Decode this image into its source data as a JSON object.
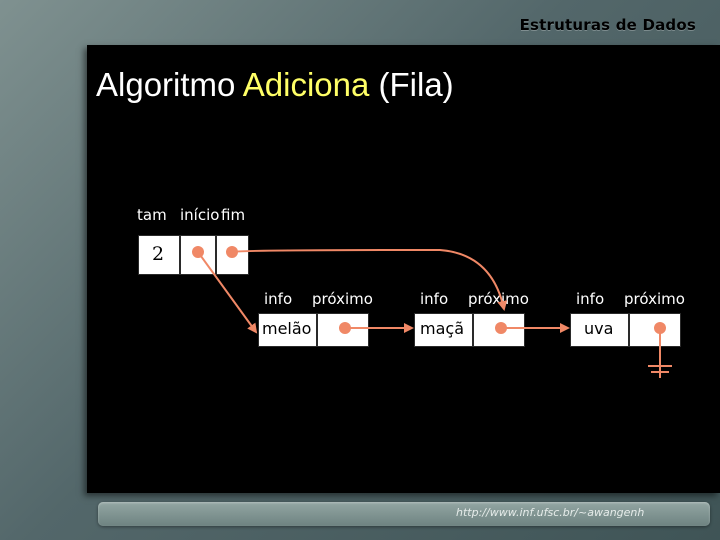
{
  "header": {
    "deck_title": "Estruturas de Dados"
  },
  "slide": {
    "title_part1": "Algoritmo",
    "title_accent": "Adiciona",
    "title_part2": "(Fila)"
  },
  "queue_header": {
    "tam_label": "tam",
    "inicio_label": "início",
    "fim_label": "fim",
    "tam_value": "2"
  },
  "nodes": [
    {
      "info_label": "info",
      "next_label": "próximo",
      "value": "melão"
    },
    {
      "info_label": "info",
      "next_label": "próximo",
      "value": "maçã"
    },
    {
      "info_label": "info",
      "next_label": "próximo",
      "value": "uva"
    }
  ],
  "footer": {
    "url": "http://www.inf.ufsc.br/~awangenh"
  },
  "colors": {
    "accent_title": "#ffff66",
    "pointer": "#f08866",
    "content_bg": "#000000",
    "frame_bg": "#5b6f6e"
  }
}
